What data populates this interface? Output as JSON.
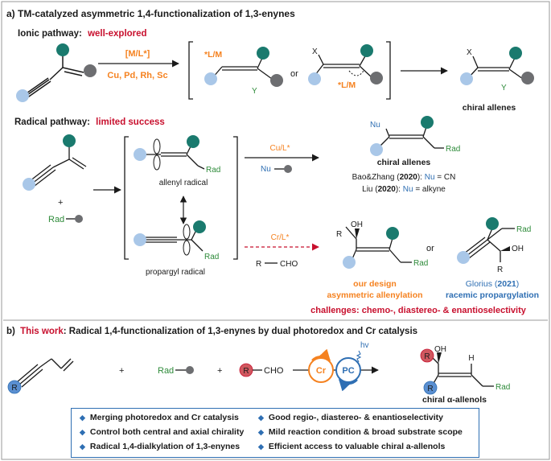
{
  "colors": {
    "teal": "#1a7a6e",
    "gray_ball": "#6d6e71",
    "light_blue": "#a9c7e8",
    "orange": "#f58220",
    "red": "#c8102e",
    "green": "#2e8b3a",
    "blue": "#2f6fb3",
    "bond": "#1a1a1a"
  },
  "section_a": {
    "title": "a) TM-catalyzed asymmetric 1,4-functionalization of 1,3-enynes",
    "ionic": {
      "label": "Ionic pathway:",
      "status": "well-explored"
    },
    "catalyst": "[M/L*]",
    "metals": "Cu, Pd, Rh, Sc",
    "intermediate_1": {
      "metal": "*L/M",
      "nucleophile": "Y"
    },
    "or": "or",
    "intermediate_2": {
      "electrophile": "X",
      "metal": "*L/M"
    },
    "product": {
      "x": "X",
      "y": "Y",
      "caption": "chiral allenes"
    },
    "radical": {
      "label": "Radical pathway:",
      "status": "limited success"
    },
    "plus": "+",
    "rad_reagent": "Rad",
    "allenyl": {
      "rad": "Rad",
      "caption": "allenyl radical"
    },
    "propargyl": {
      "rad": "Rad",
      "caption": "propargyl radical"
    },
    "cu_route": {
      "catalyst": "Cu/L*",
      "reagent": "Nu",
      "product_nu": "Nu",
      "product_rad": "Rad",
      "caption": "chiral allenes",
      "refs": [
        {
          "authors": "Bao&Zhang (",
          "year": "2020",
          "tail": "):",
          "nu": "Nu",
          "value": "= CN"
        },
        {
          "authors": "Liu (",
          "year": "2020",
          "tail": "):",
          "nu": "Nu",
          "value": "= alkyne"
        }
      ]
    },
    "cr_route": {
      "catalyst": "Cr/L*",
      "reagent_r": "R",
      "reagent_cho": "CHO",
      "design_r": "R",
      "design_oh": "OH",
      "design_rad": "Rad",
      "design_caption_1": "our design",
      "design_caption_2": "asymmetric allenylation",
      "glorius_rad": "Rad",
      "glorius_oh": "OH",
      "glorius_r": "R",
      "glorius_caption_1_name": "Glorius (",
      "glorius_caption_1_year": "2021",
      "glorius_caption_1_tail": ")",
      "glorius_caption_2": "racemic propargylation",
      "challenges": "challenges: chemo-, diastereo- & enantioselectivity"
    }
  },
  "section_b": {
    "title_prefix": "b)",
    "title_highlight": "This work",
    "title_rest": ": Radical 1,4-functionalization of 1,3-enynes by dual photoredox and Cr catalysis",
    "r_label": "R",
    "plus": "+",
    "rad_reagent": "Rad",
    "aldehyde_cho": "CHO",
    "cr": "Cr",
    "pc": "PC",
    "hv": "hv",
    "product": {
      "oh": "OH",
      "h": "H",
      "rad": "Rad",
      "caption": "chiral α-allenols"
    },
    "summary": {
      "left": [
        "Merging photoredox and Cr catalysis",
        "Control both central and axial chirality",
        "Radical 1,4-dialkylation of 1,3-enynes"
      ],
      "right": [
        "Good regio-, diastereo- & enantioselectivity",
        "Mild reaction condition & broad substrate scope",
        "Efficient access to valuable chiral a-allenols"
      ]
    }
  }
}
